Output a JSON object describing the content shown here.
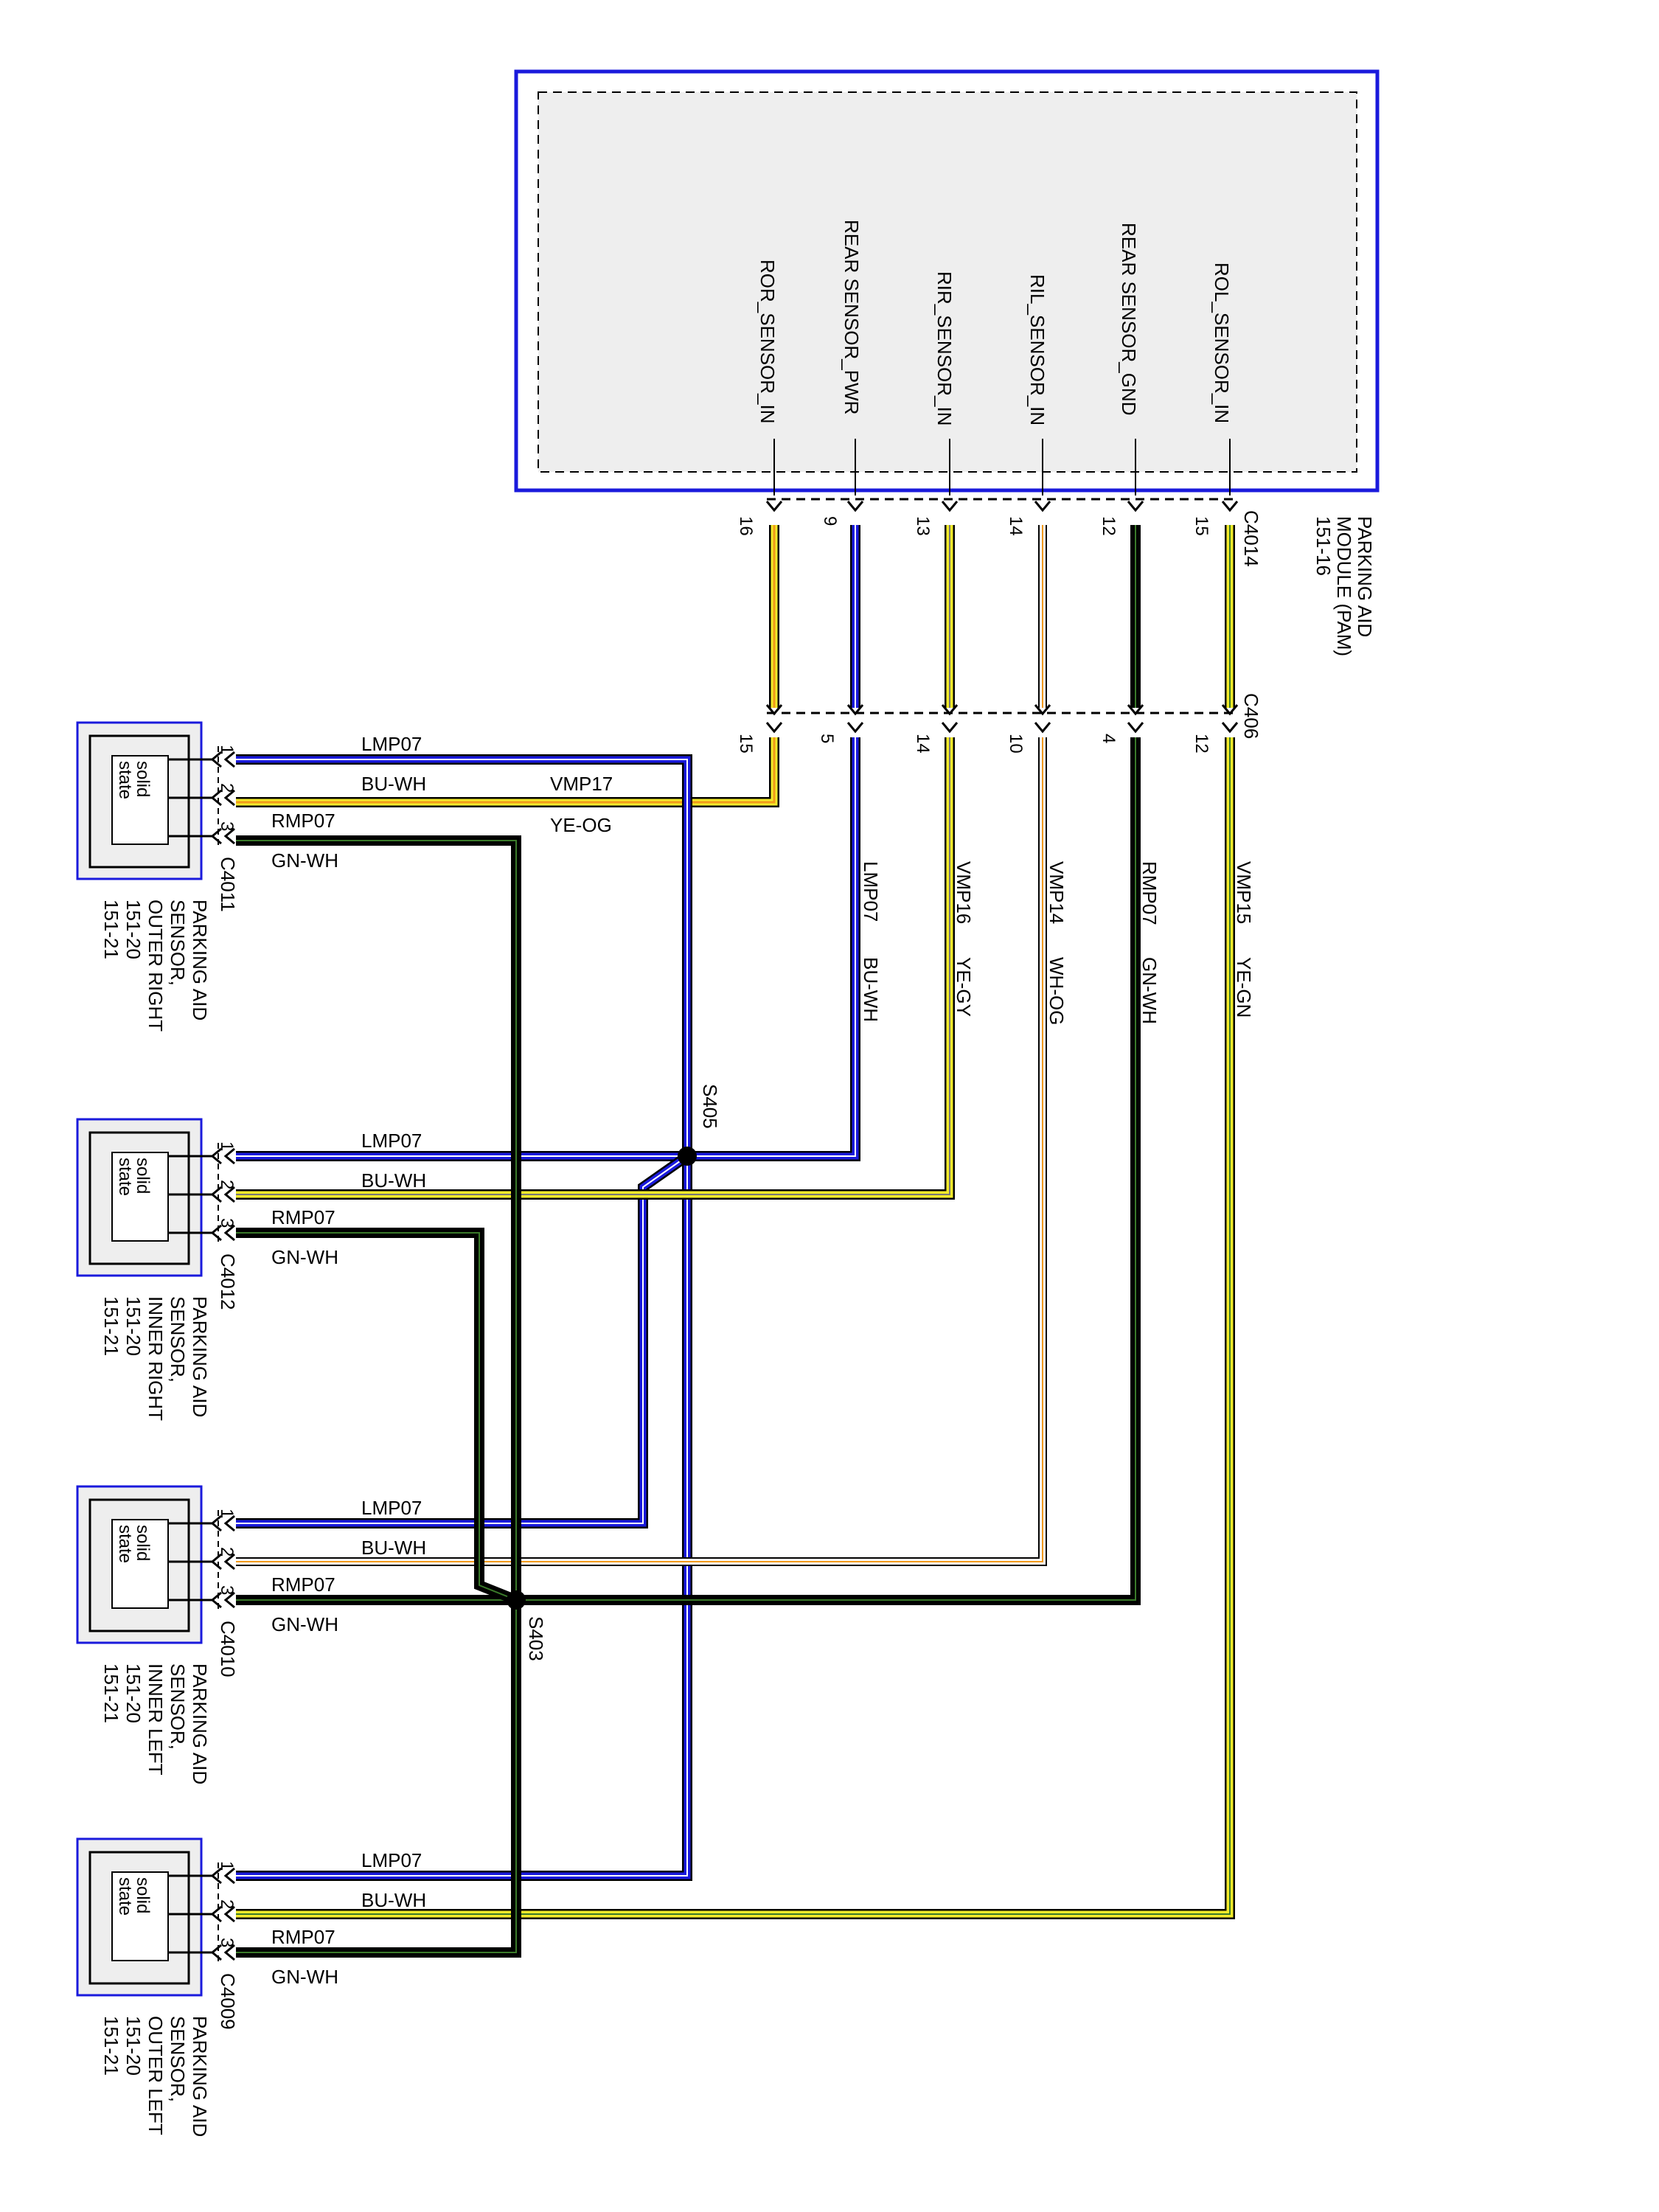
{
  "module": {
    "name_lines": [
      "PARKING AID",
      "MODULE (PAM)",
      "151-16"
    ],
    "connector": "C4014",
    "signals": [
      {
        "name": "ROR_SENSOR_IN",
        "pin": "16"
      },
      {
        "name": "REAR SENSOR_PWR",
        "pin": "9"
      },
      {
        "name": "RIR_SENSOR_IN",
        "pin": "13"
      },
      {
        "name": "RIL_SENSOR_IN",
        "pin": "14"
      },
      {
        "name": "REAR SENSOR_GND",
        "pin": "12"
      },
      {
        "name": "ROL_SENSOR_IN",
        "pin": "15"
      }
    ]
  },
  "inline_connector": {
    "name": "C406",
    "pins": [
      "15",
      "5",
      "14",
      "10",
      "4",
      "12"
    ]
  },
  "trunk_labels": [
    {
      "circuit": "LMP07",
      "color": "BU-WH"
    },
    {
      "circuit": "VMP16",
      "color": "YE-GY"
    },
    {
      "circuit": "VMP14",
      "color": "WH-OG"
    },
    {
      "circuit": "RMP07",
      "color": "GN-WH"
    },
    {
      "circuit": "VMP15",
      "color": "YE-GN"
    }
  ],
  "splices": [
    "S405",
    "S403"
  ],
  "sensors": [
    {
      "connector": "C4011",
      "name_lines": [
        "PARKING AID",
        "SENSOR,",
        "OUTER RIGHT",
        "151-20",
        "151-21"
      ],
      "label": "solid state",
      "pins": [
        "1",
        "2",
        "3"
      ],
      "wire_labels": [
        "LMP07",
        "BU-WH",
        "RMP07",
        "GN-WH"
      ],
      "extra_labels": [
        "VMP17",
        "YE-OG"
      ]
    },
    {
      "connector": "C4012",
      "name_lines": [
        "PARKING AID",
        "SENSOR,",
        "INNER RIGHT",
        "151-20",
        "151-21"
      ],
      "label": "solid state",
      "pins": [
        "1",
        "2",
        "3"
      ],
      "wire_labels": [
        "LMP07",
        "BU-WH",
        "RMP07",
        "GN-WH"
      ]
    },
    {
      "connector": "C4010",
      "name_lines": [
        "PARKING AID",
        "SENSOR,",
        "INNER LEFT",
        "151-20",
        "151-21"
      ],
      "label": "solid state",
      "pins": [
        "1",
        "2",
        "3"
      ],
      "wire_labels": [
        "LMP07",
        "BU-WH",
        "RMP07",
        "GN-WH"
      ]
    },
    {
      "connector": "C4009",
      "name_lines": [
        "PARKING AID",
        "SENSOR,",
        "OUTER LEFT",
        "151-20",
        "151-21"
      ],
      "label": "solid state",
      "pins": [
        "1",
        "2",
        "3"
      ],
      "wire_labels": [
        "LMP07",
        "BU-WH",
        "RMP07",
        "GN-WH"
      ]
    }
  ],
  "wire_colors": {
    "blue": "#1a1adc",
    "yellow": "#f2ea2a",
    "orange": "#f29a1a",
    "black": "#000000",
    "green_tint": "#3a7a2a",
    "white_og": "#f6d8b4",
    "module_border": "#1a1adc",
    "module_fill": "#eeeeee"
  }
}
